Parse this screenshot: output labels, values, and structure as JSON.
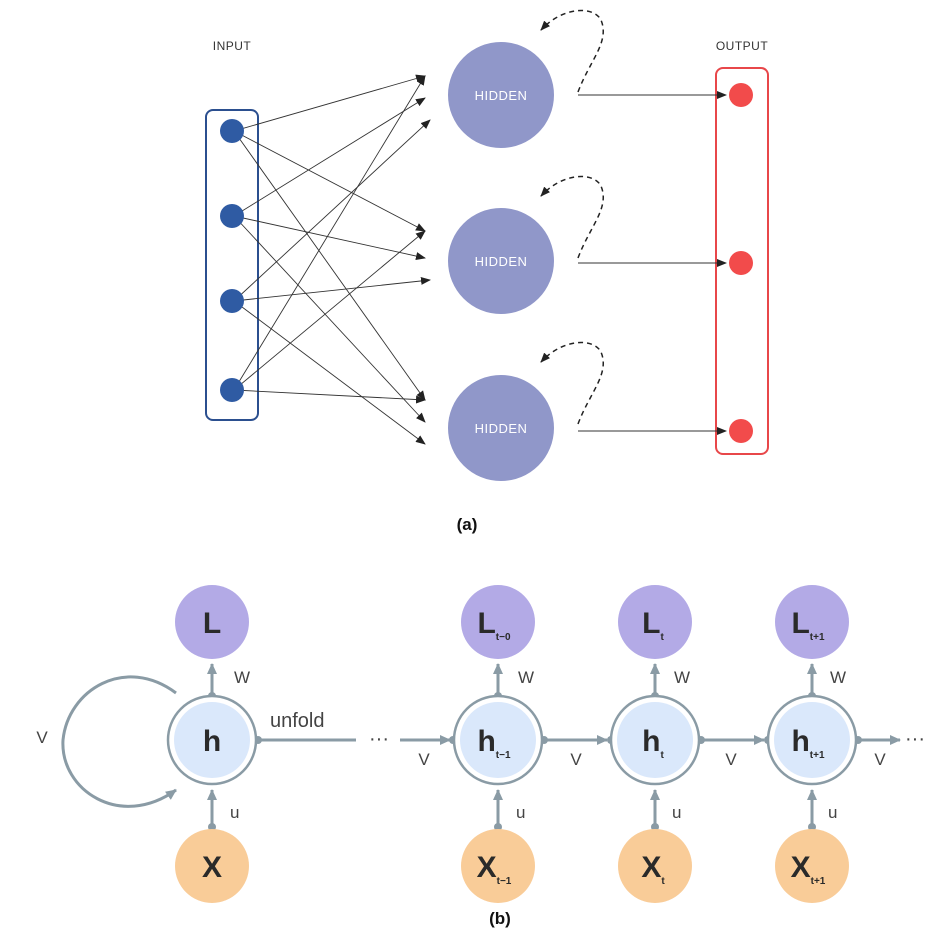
{
  "part_a": {
    "input_label": "INPUT",
    "output_label": "OUTPUT",
    "hidden_labels": [
      "HIDDEN",
      "HIDDEN",
      "HIDDEN"
    ],
    "caption": "(a)",
    "colors": {
      "input_node": "#2f5ba3",
      "input_box": "#2b4f8f",
      "hidden_node": "#9097c9",
      "output_node": "#f24b4b",
      "output_box": "#e8474a"
    }
  },
  "part_b": {
    "caption": "(b)",
    "folded": {
      "loss": "L",
      "hidden": "h",
      "input": "X",
      "w_label": "W",
      "u_label": "u",
      "v_label": "V",
      "unfold_label": "unfold",
      "ellipsis": "···"
    },
    "steps": [
      {
        "loss": "L",
        "loss_sub": "t−0",
        "hidden": "h",
        "hidden_sub": "t−1",
        "input": "X",
        "input_sub": "t−1",
        "w_label": "W",
        "u_label": "u",
        "v_in": "V",
        "v_out": "V"
      },
      {
        "loss": "L",
        "loss_sub": "t",
        "hidden": "h",
        "hidden_sub": "t",
        "input": "X",
        "input_sub": "t",
        "w_label": "W",
        "u_label": "u",
        "v_out": "V"
      },
      {
        "loss": "L",
        "loss_sub": "t+1",
        "hidden": "h",
        "hidden_sub": "t+1",
        "input": "X",
        "input_sub": "t+1",
        "w_label": "W",
        "u_label": "u",
        "v_out": "V"
      }
    ],
    "trailing_ellipsis": "···",
    "colors": {
      "loss_node": "#b3aae6",
      "hidden_node": "#dae8fb",
      "input_node": "#f9cc98",
      "connector": "#8a9ba5"
    }
  }
}
